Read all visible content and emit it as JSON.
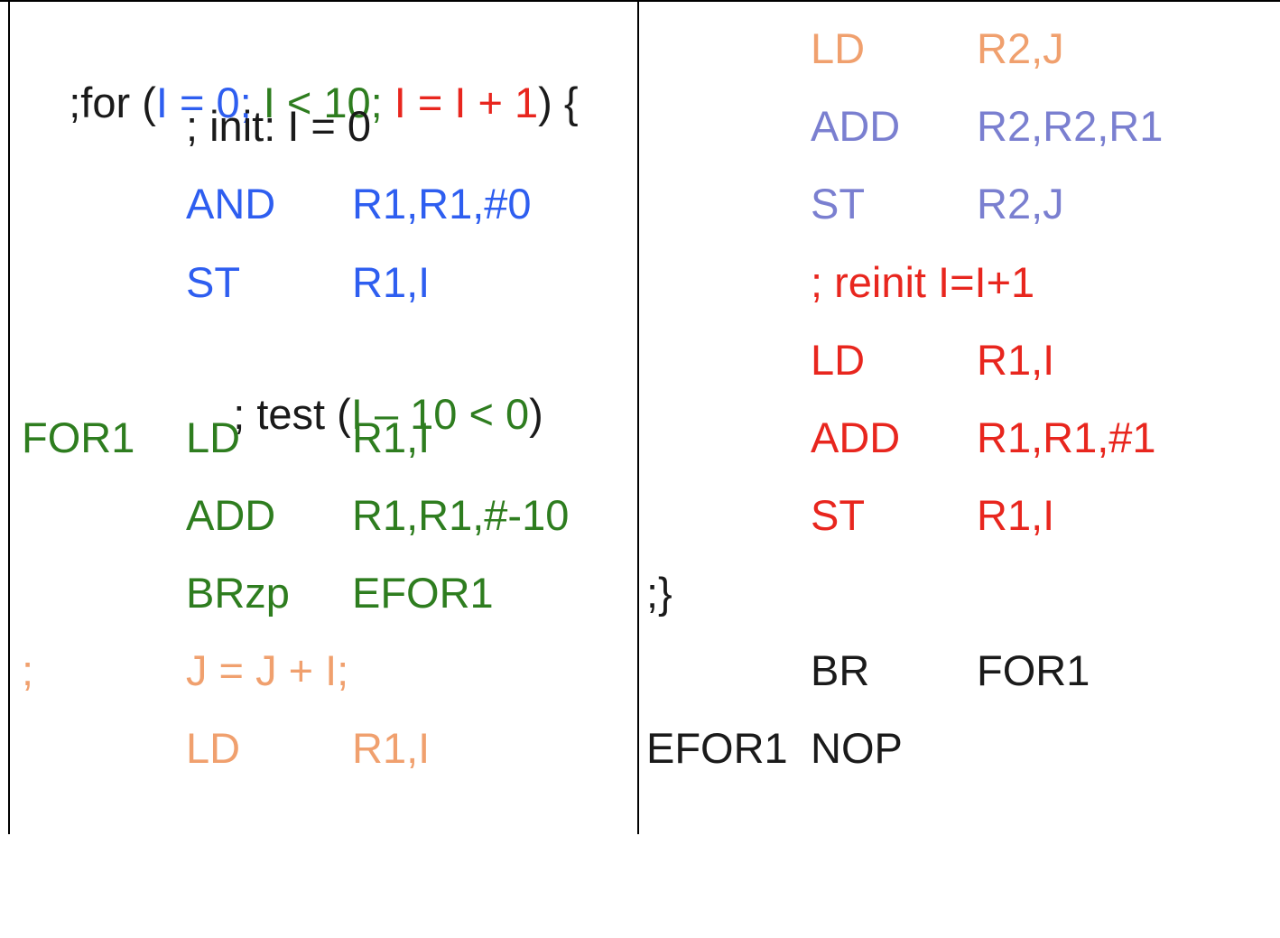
{
  "left": {
    "header": {
      "prefix": ";for (",
      "init": "I = 0;",
      "test": " I < 10;",
      "reinit": " I = I + 1",
      "suffix": ") {"
    },
    "lines": [
      {
        "label": "",
        "op": "; init: I = 0",
        "args": "",
        "color": "black"
      },
      {
        "label": "",
        "op": "AND",
        "args": "R1,R1,#0",
        "color": "blue"
      },
      {
        "label": "",
        "op": "ST",
        "args": "R1,I",
        "color": "blue"
      },
      {
        "label": "",
        "op": "",
        "args": "",
        "color": "black"
      },
      {
        "label": "FOR1",
        "op": "LD",
        "args": "R1,I",
        "color": "green"
      },
      {
        "label": "",
        "op": "ADD",
        "args": "R1,R1,#-10",
        "color": "green"
      },
      {
        "label": "",
        "op": "BRzp",
        "args": "EFOR1",
        "color": "green"
      },
      {
        "label": ";",
        "op": "J = J + I;",
        "args": "",
        "color": "orange"
      },
      {
        "label": "",
        "op": "LD",
        "args": "R1,I",
        "color": "orange"
      }
    ],
    "test_comment": {
      "prefix": "; test (",
      "expr": "I – 10 < 0",
      "suffix": ")"
    }
  },
  "right": {
    "lines": [
      {
        "label": "",
        "op": "LD",
        "args": "R2,J",
        "color": "orange"
      },
      {
        "label": "",
        "op": "ADD",
        "args": "R2,R2,R1",
        "color": "purple"
      },
      {
        "label": "",
        "op": "ST",
        "args": "R2,J",
        "color": "purple"
      },
      {
        "label": "",
        "op": "; reinit I=I+1",
        "args": "",
        "color": "red"
      },
      {
        "label": "",
        "op": "LD",
        "args": "R1,I",
        "color": "red"
      },
      {
        "label": "",
        "op": "ADD",
        "args": "R1,R1,#1",
        "color": "red"
      },
      {
        "label": "",
        "op": "ST",
        "args": "R1,I",
        "color": "red"
      },
      {
        "label": ";}",
        "op": "",
        "args": "",
        "color": "black"
      },
      {
        "label": "",
        "op": "BR",
        "args": "FOR1",
        "color": "black"
      },
      {
        "label": "EFOR1",
        "op": "NOP",
        "args": "",
        "color": "black"
      }
    ]
  },
  "colors": {
    "blue": "#2e5ef0",
    "green": "#2e7d1f",
    "red": "#e8261e",
    "orange": "#f0a06e",
    "purple": "#7a7fd0",
    "black": "#1a1a1a"
  }
}
